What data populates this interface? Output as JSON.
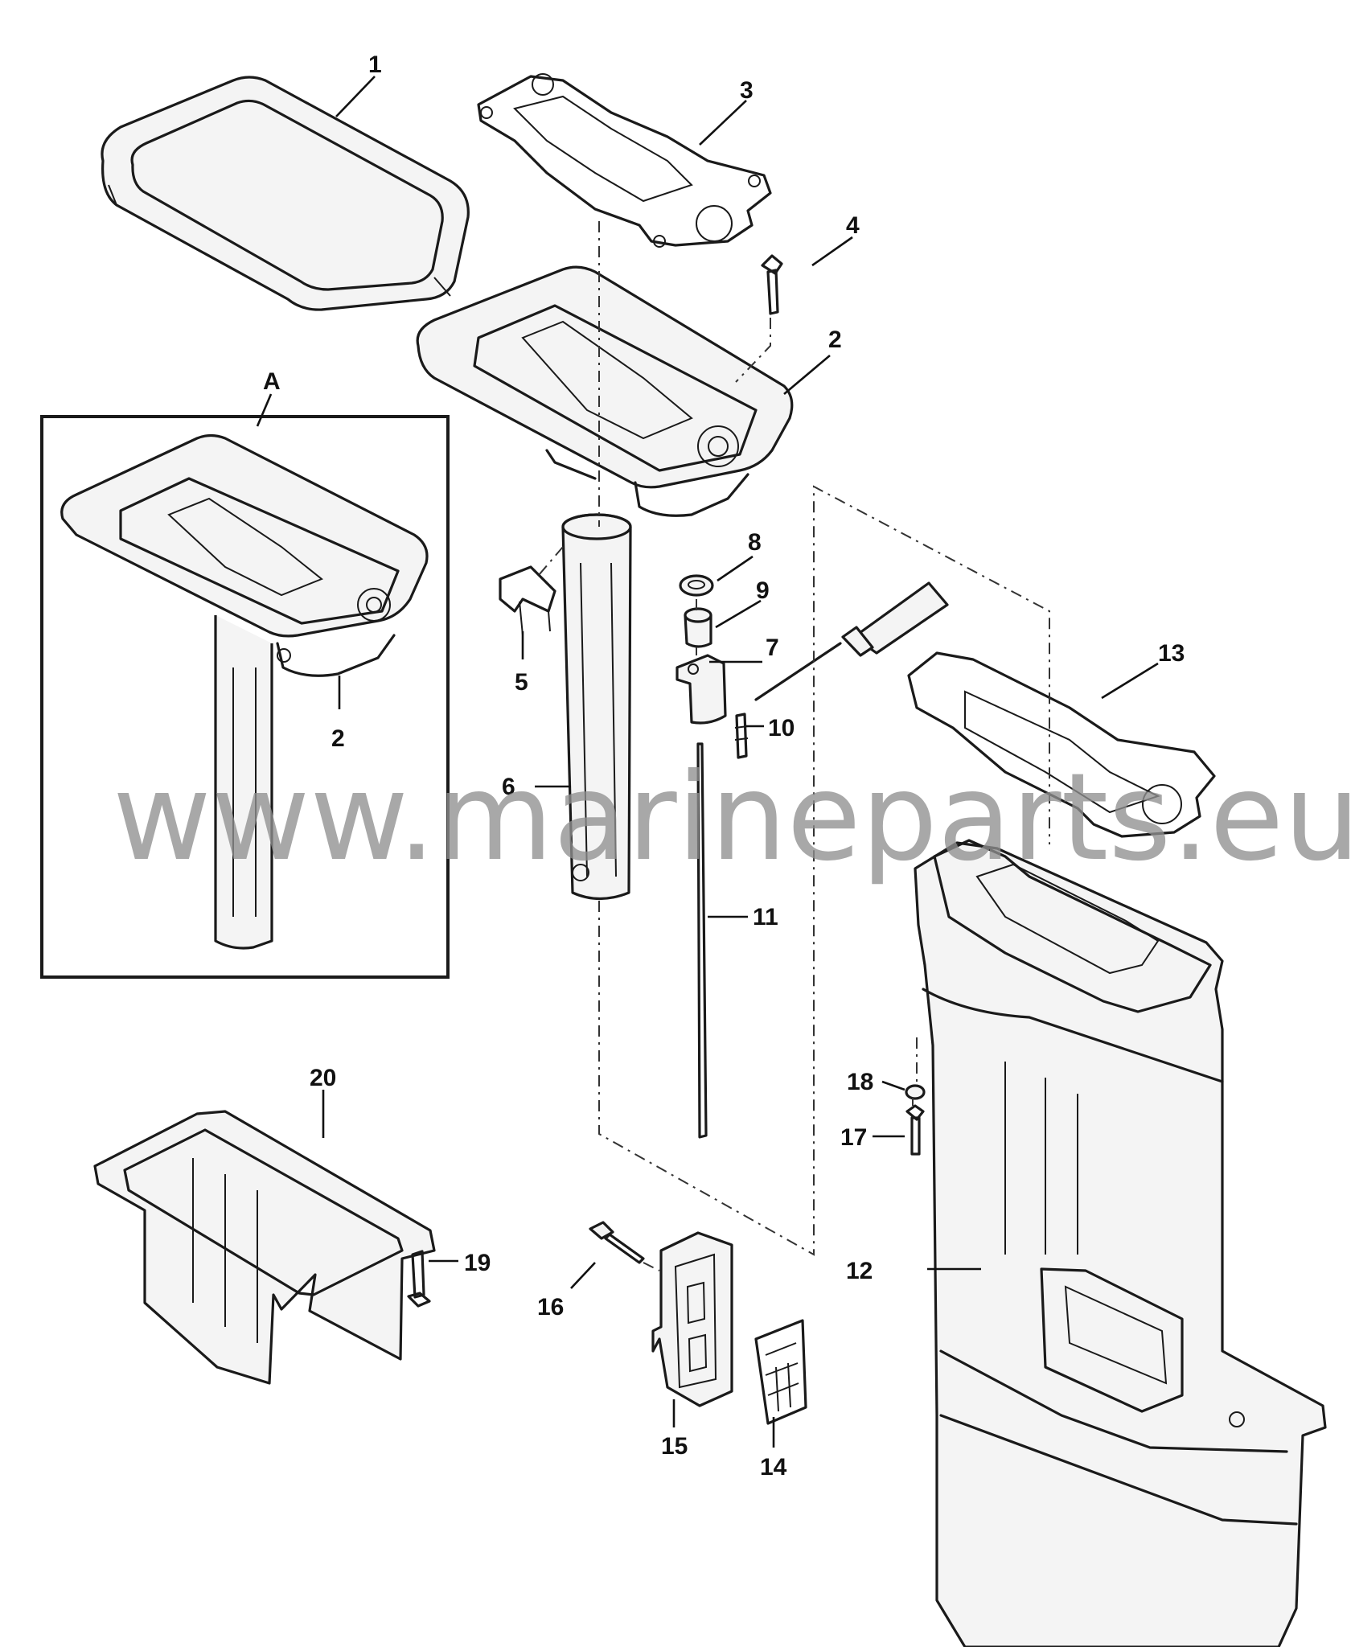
{
  "watermark": "www.marineparts.eu",
  "detail_label": "A",
  "callouts": [
    "1",
    "2",
    "3",
    "4",
    "2",
    "5",
    "6",
    "7",
    "8",
    "9",
    "10",
    "11",
    "12",
    "13",
    "14",
    "15",
    "16",
    "17",
    "18",
    "19",
    "20"
  ]
}
